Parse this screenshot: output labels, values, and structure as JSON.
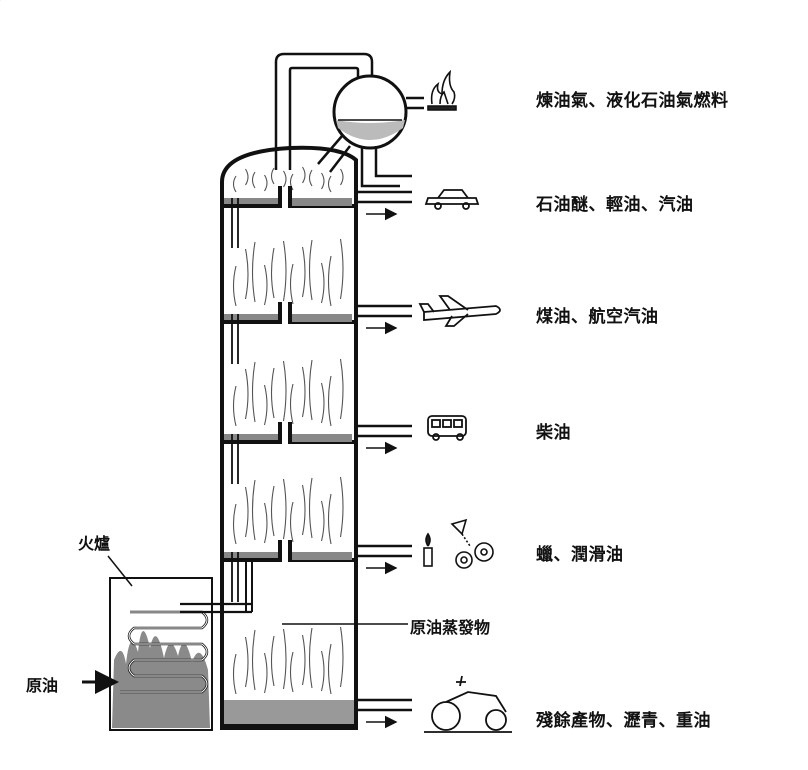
{
  "products": [
    {
      "id": "gas",
      "label": "煉油氣、液化石油氣燃料",
      "icon": "flame-icon"
    },
    {
      "id": "naphtha",
      "label": "石油醚、輕油、汽油",
      "icon": "car-icon"
    },
    {
      "id": "kerosene",
      "label": "煤油、航空汽油",
      "icon": "airplane-icon"
    },
    {
      "id": "diesel",
      "label": "柴油",
      "icon": "van-icon"
    },
    {
      "id": "lube",
      "label": "蠟、潤滑油",
      "icon": "candle-gears-icon"
    },
    {
      "id": "residue",
      "label": "殘餘產物、瀝青、重油",
      "icon": "road-roller-icon"
    }
  ],
  "furnace_label": "火爐",
  "crude_input_label": "原油",
  "vapor_label": "原油蒸發物"
}
